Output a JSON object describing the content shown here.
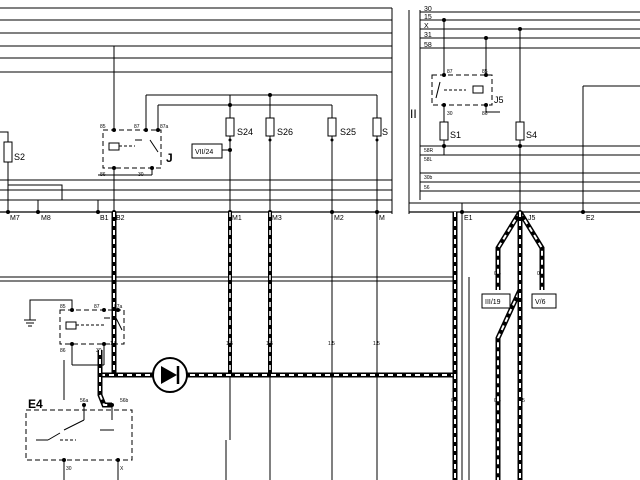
{
  "bus_left": {
    "terminals": [
      "M7",
      "M8",
      "B1",
      "B2",
      "M1",
      "M3",
      "M2",
      "M"
    ]
  },
  "bus_right": {
    "line_labels": [
      "30",
      "15",
      "X",
      "31",
      "58",
      "58R",
      "58L",
      "30b",
      "56"
    ],
    "terminals": [
      "E1",
      "J5",
      "E2"
    ],
    "section_mark": "II"
  },
  "fuses": {
    "s2": "S2",
    "s24": "S24",
    "s26": "S26",
    "s25": "S25",
    "s1": "S1",
    "s4": "S4",
    "s_partial": "S"
  },
  "relay_j": {
    "label": "J",
    "pins": [
      "85",
      "87",
      "87a",
      "86",
      "30"
    ]
  },
  "relay_j5": {
    "label": "J5",
    "pins": [
      "87",
      "85",
      "30",
      "86"
    ]
  },
  "relay_lower": {
    "pins": [
      "85",
      "87",
      "87a",
      "86",
      "30"
    ]
  },
  "refs": {
    "ref_vii24": "VII/24",
    "ref_iii19": "III/19",
    "ref_v6": "V/6"
  },
  "switch_e4": {
    "label": "E4",
    "pins": [
      "56a",
      "56b",
      "30",
      "X"
    ]
  },
  "wire_size": "1.5",
  "wire_size_thin": "0.5"
}
